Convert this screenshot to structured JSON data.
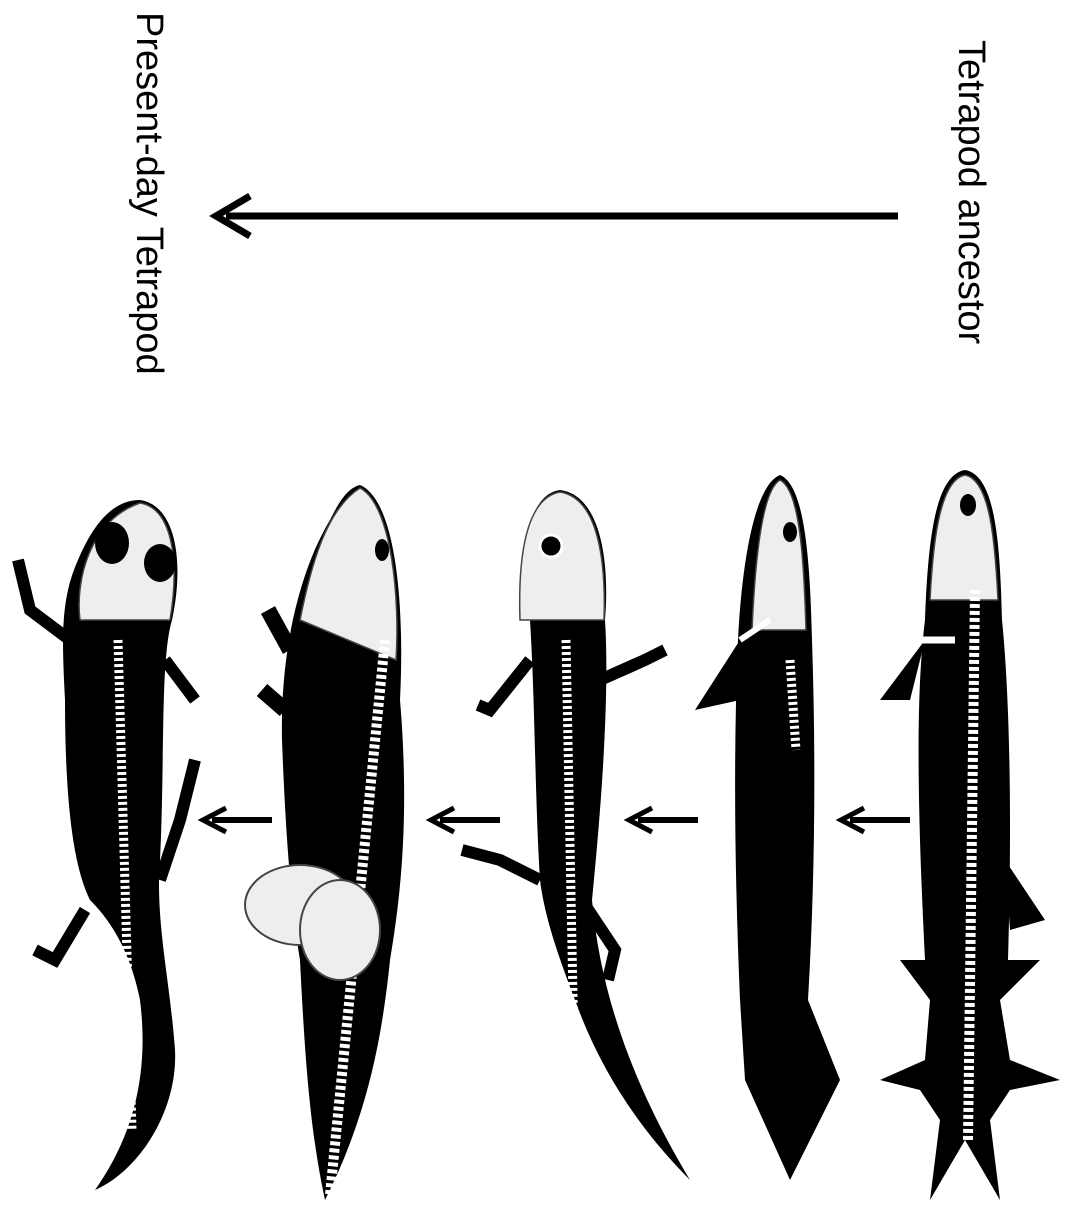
{
  "labels": {
    "present": "Present-day Tetrapod",
    "ancestor": "Tetrapod ancestor"
  },
  "figure": {
    "type": "evolutionary-sequence",
    "direction": "right-to-left",
    "stages": [
      {
        "id": "stage-1",
        "form": "lobe-finned fish with dorsal fins and visible spine",
        "silhouette": "fish"
      },
      {
        "id": "stage-2",
        "form": "lobe-finned fish, solid dark body",
        "silhouette": "fish"
      },
      {
        "id": "stage-3",
        "form": "early tetrapod with digits and finned tail",
        "silhouette": "tetrapod"
      },
      {
        "id": "stage-4",
        "form": "large-bodied early tetrapod with broad skull",
        "silhouette": "tetrapod"
      },
      {
        "id": "stage-5",
        "form": "salamander-like present-day tetrapod",
        "silhouette": "salamander"
      }
    ],
    "colors": {
      "ink": "#000000",
      "bone": "#ffffff",
      "skull": "#eeeeee",
      "outline": "#444444"
    }
  }
}
